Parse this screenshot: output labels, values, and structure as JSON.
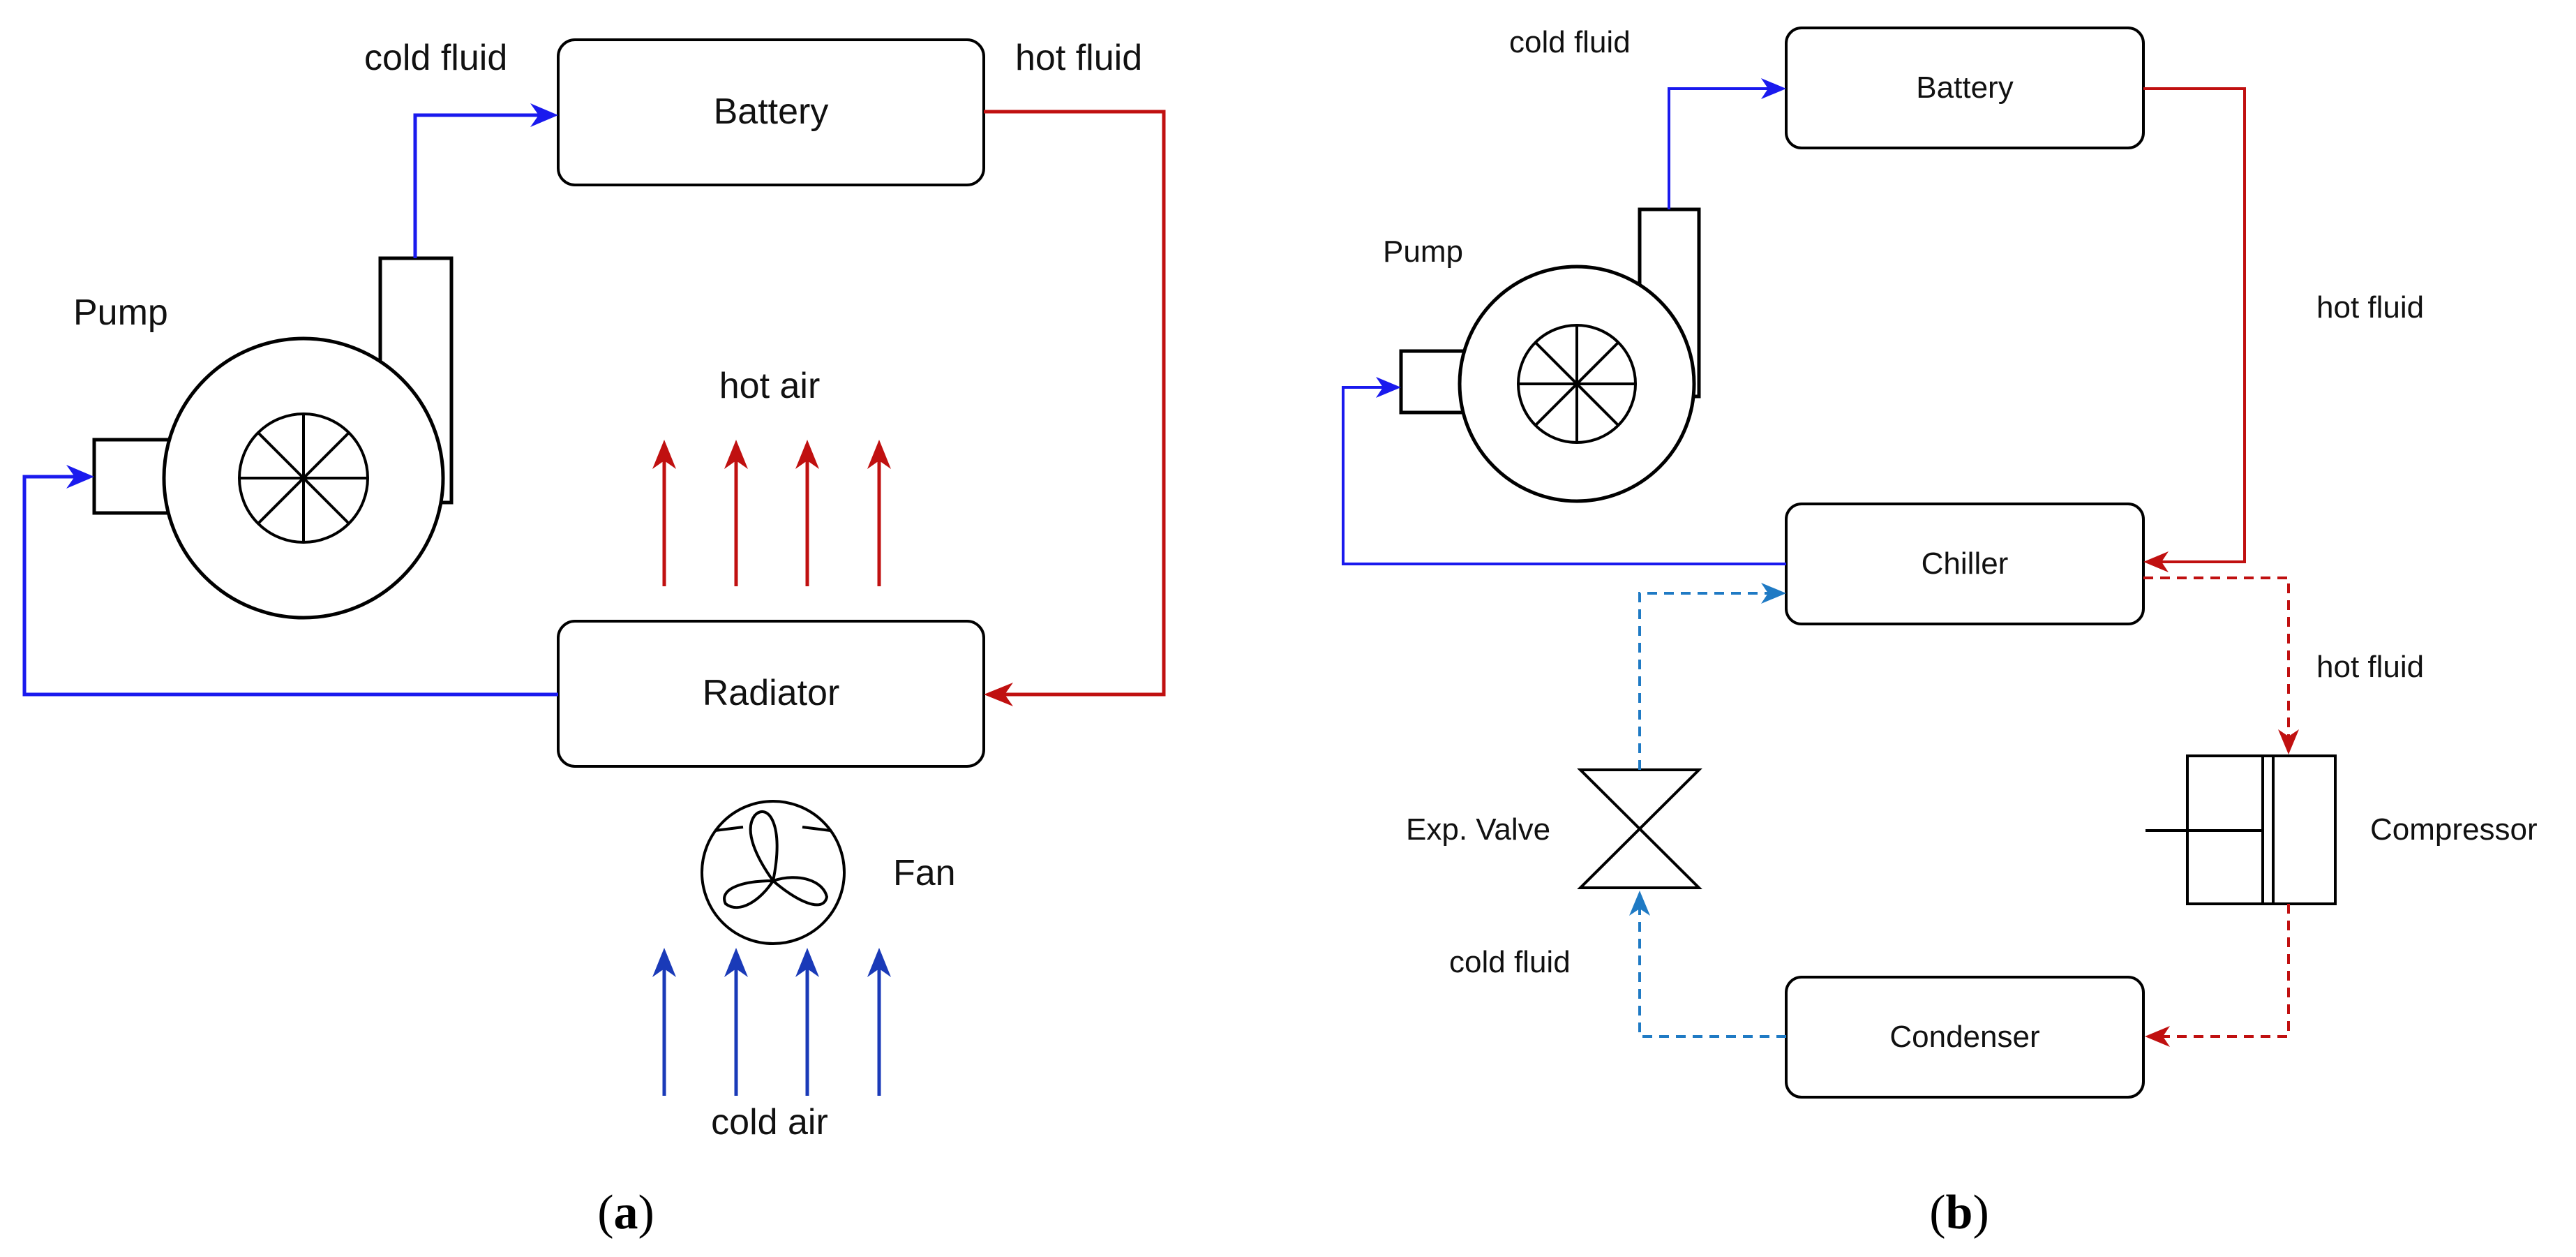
{
  "colors": {
    "blue": "#1a1aee",
    "red": "#c01010",
    "red_text": "#e01818",
    "dark_blue_arrow": "#1a3ab8",
    "steel_blue": "#1f7ac4",
    "black": "#000000"
  },
  "panel_a": {
    "caption_open": "(",
    "caption_letter": "a",
    "caption_close": ")",
    "components": {
      "battery": "Battery",
      "radiator": "Radiator",
      "pump": "Pump",
      "fan": "Fan"
    },
    "flow_labels": {
      "cold_fluid": "cold fluid",
      "hot_fluid": "hot fluid",
      "hot_air": "hot air",
      "cold_air": "cold air"
    }
  },
  "panel_b": {
    "caption_open": "(",
    "caption_letter": "b",
    "caption_close": ")",
    "components": {
      "battery": "Battery",
      "chiller": "Chiller",
      "pump": "Pump",
      "exp_valve": "Exp. Valve",
      "compressor": "Compressor",
      "condenser": "Condenser"
    },
    "flow_labels": {
      "cold_fluid_top": "cold fluid",
      "hot_fluid_right": "hot fluid",
      "hot_fluid_refrigerant": "hot fluid",
      "cold_fluid_refrigerant": "cold fluid"
    }
  }
}
